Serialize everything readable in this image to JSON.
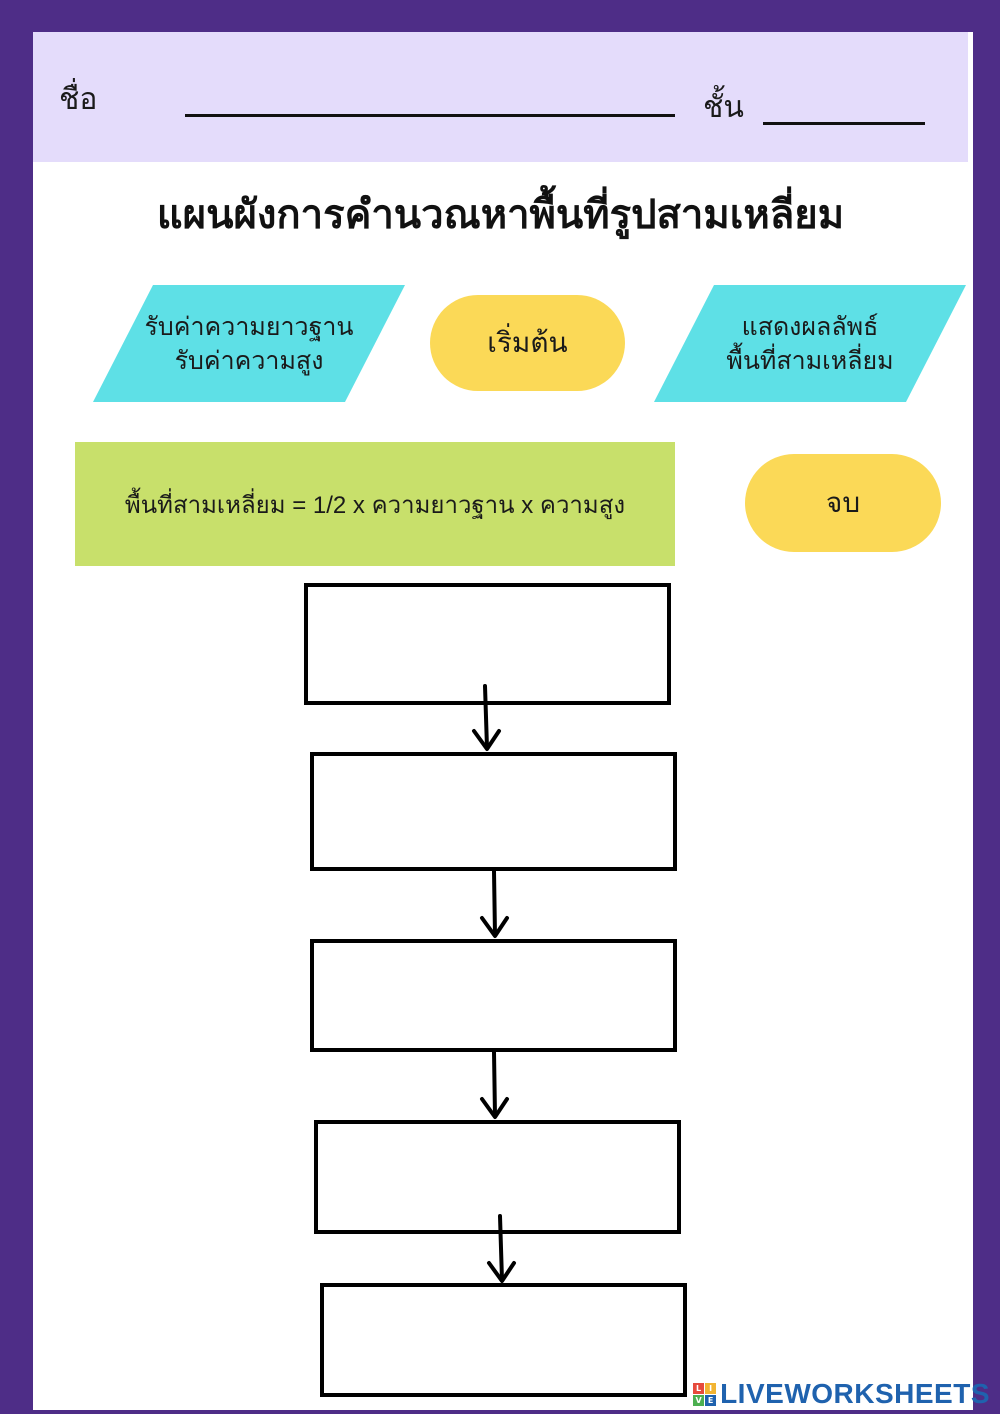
{
  "header": {
    "name_label": "ชื่อ",
    "class_label": "ชั้น"
  },
  "title": "แผนผังการคำนวณหาพื้นที่รูปสามเหลี่ยม",
  "input_shape": {
    "line1": "รับค่าความยาวฐาน",
    "line2": "รับค่าความสูง"
  },
  "start_label": "เริ่มต้น",
  "output_shape": {
    "line1": "แสดงผลลัพธ์",
    "line2": "พื้นที่สามเหลี่ยม"
  },
  "formula": "พื้นที่สามเหลี่ยม = 1/2 x  ความยาวฐาน x ความสูง",
  "end_label": "จบ",
  "brand": "LIVEWORKSHEETS",
  "colors": {
    "frame": "#4e2d87",
    "header_bg": "#e4dcfb",
    "parallelogram": "#5ee0e6",
    "terminal": "#fbd957",
    "process": "#c8e06b",
    "brand_text": "#1f62ae"
  }
}
